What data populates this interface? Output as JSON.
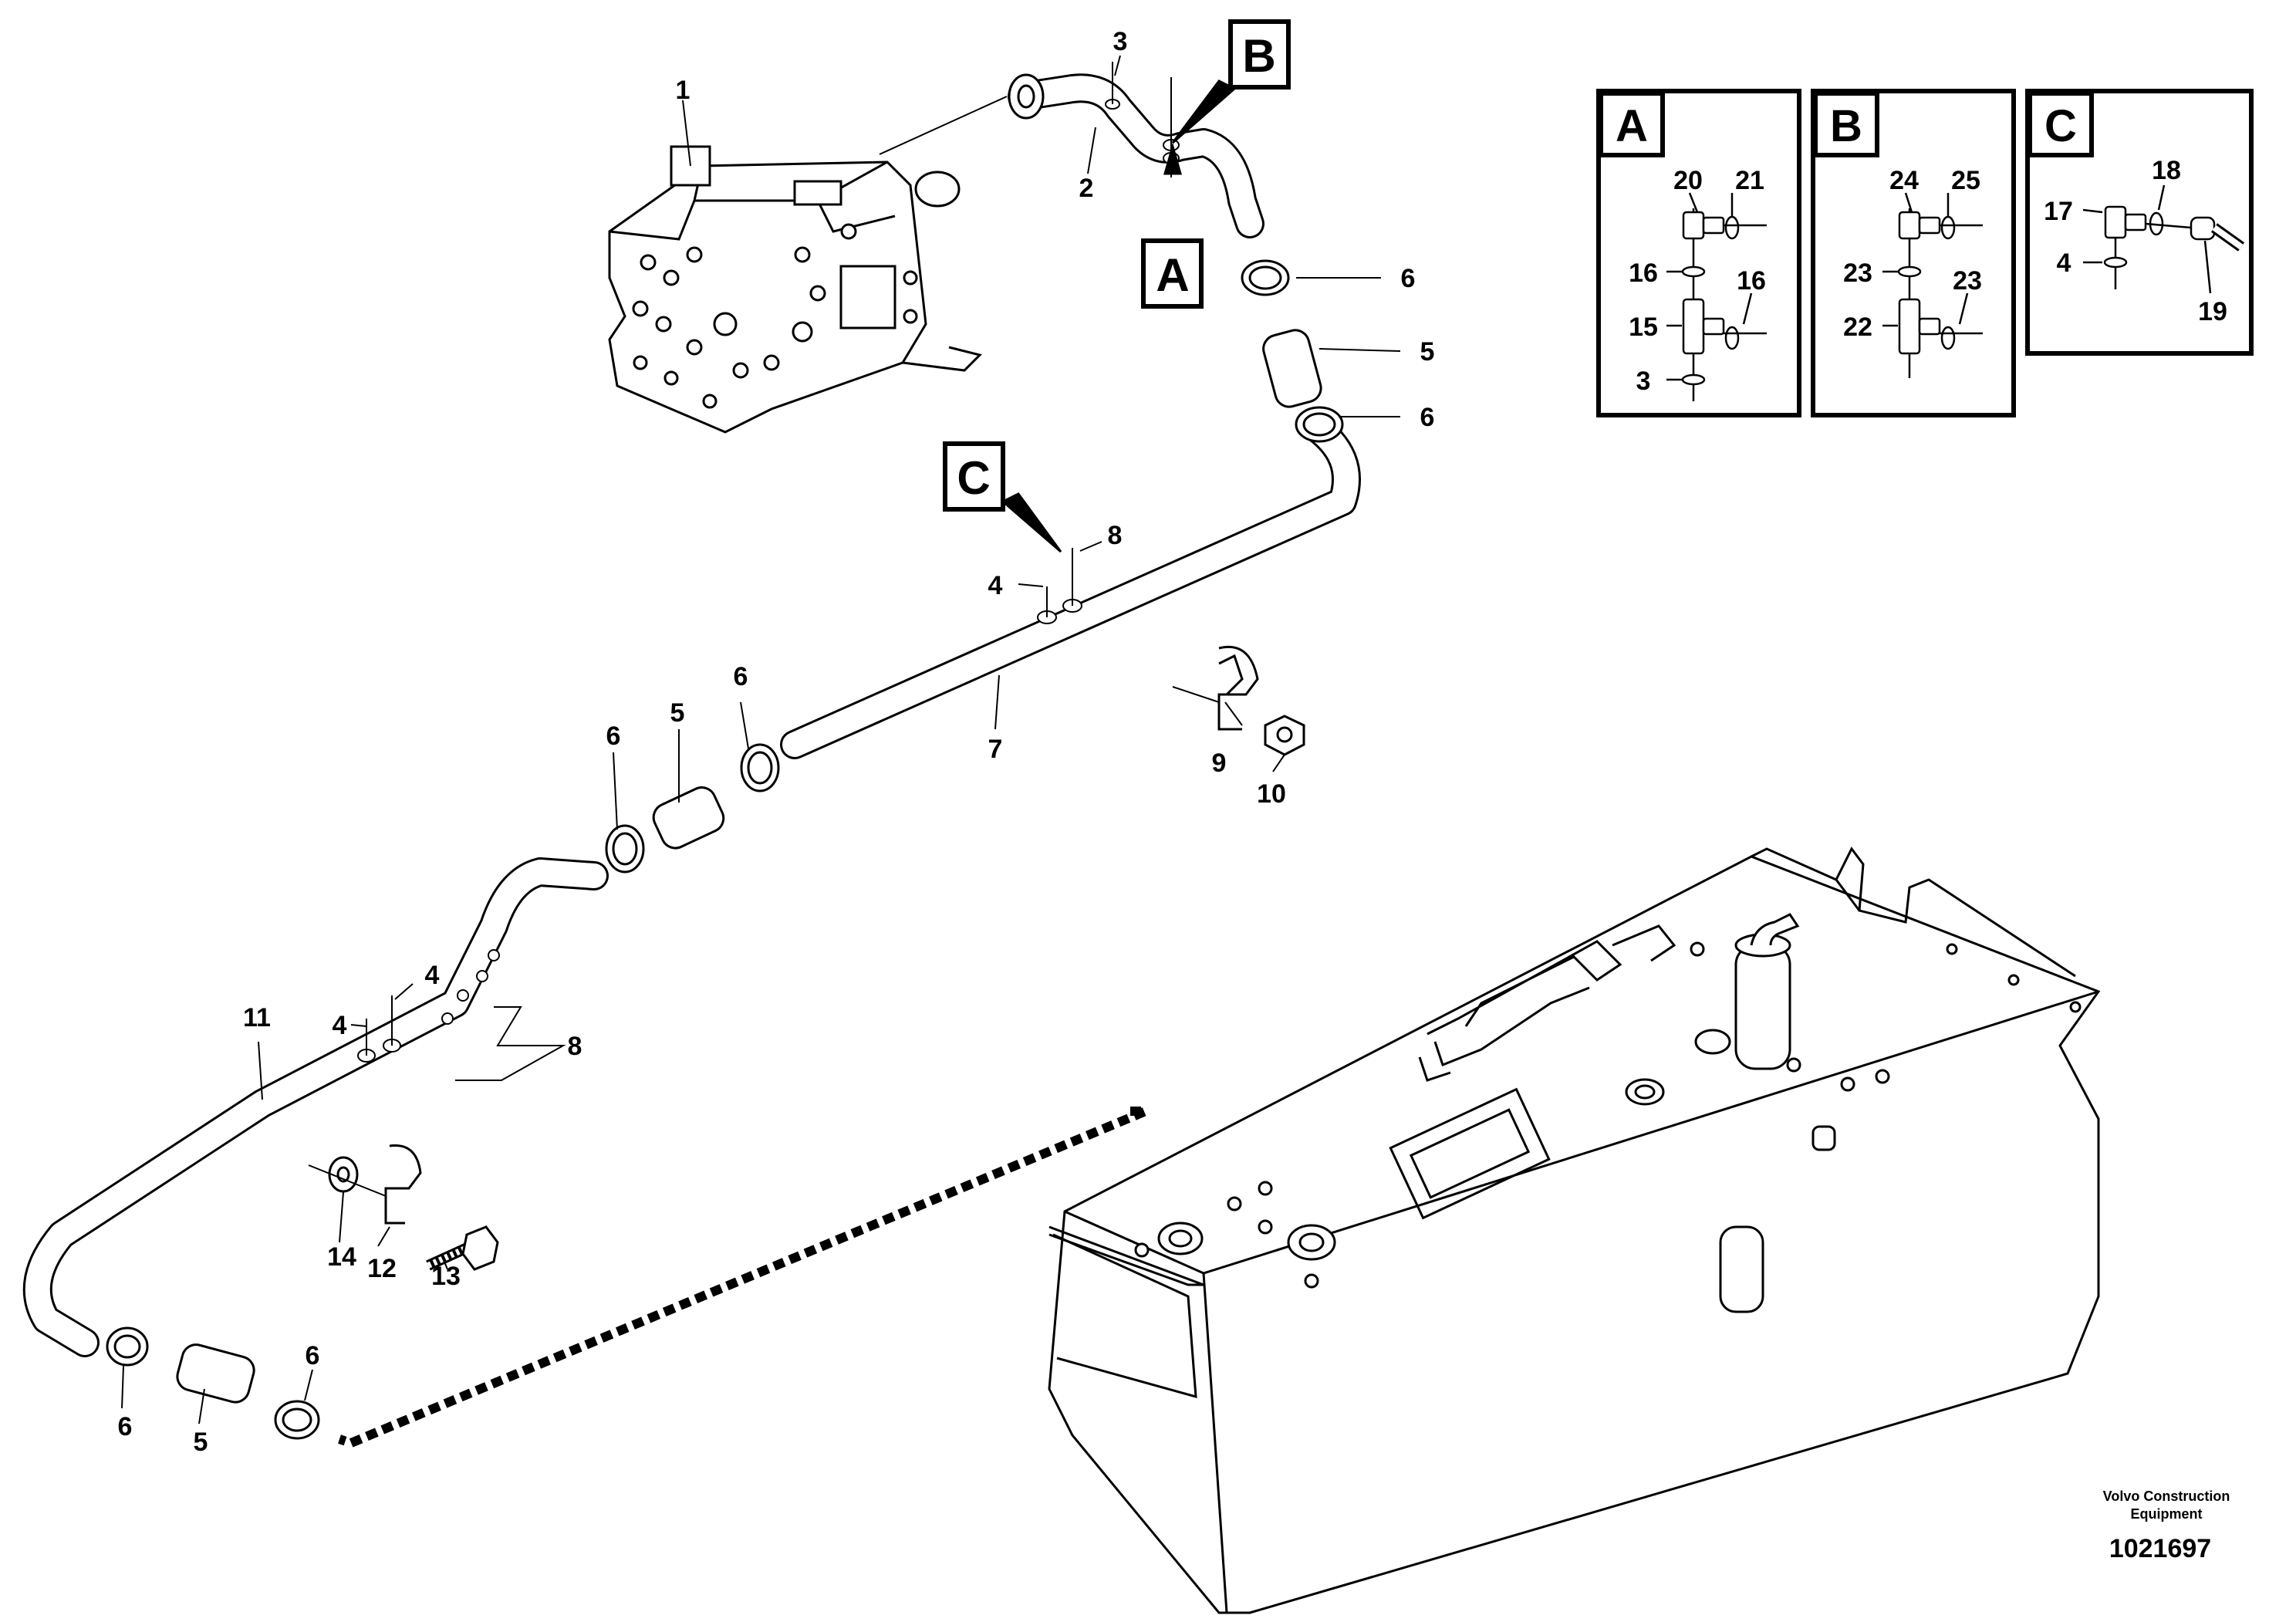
{
  "callouts": {
    "c1": "1",
    "c2": "2",
    "c3": "3",
    "c4a": "4",
    "c4b": "4",
    "c4c": "4",
    "c5a": "5",
    "c5b": "5",
    "c5c": "5",
    "c6a": "6",
    "c6b": "6",
    "c6c": "6",
    "c6d": "6",
    "c6e": "6",
    "c6f": "6",
    "c7": "7",
    "c8a": "8",
    "c8b": "8",
    "c9": "9",
    "c10": "10",
    "c11": "11",
    "c12": "12",
    "c13": "13",
    "c14": "14"
  },
  "markers": {
    "a": "A",
    "b": "B",
    "c": "C"
  },
  "details": {
    "a": {
      "letter": "A",
      "n20": "20",
      "n21": "21",
      "n16a": "16",
      "n16b": "16",
      "n15": "15",
      "n3": "3"
    },
    "b": {
      "letter": "B",
      "n24": "24",
      "n25": "25",
      "n23a": "23",
      "n23b": "23",
      "n22": "22"
    },
    "c": {
      "letter": "C",
      "n18": "18",
      "n17": "17",
      "n4": "4",
      "n19": "19"
    }
  },
  "footer": {
    "brand_line1": "Volvo Construction",
    "brand_line2": "Equipment",
    "ref": "1021697"
  }
}
